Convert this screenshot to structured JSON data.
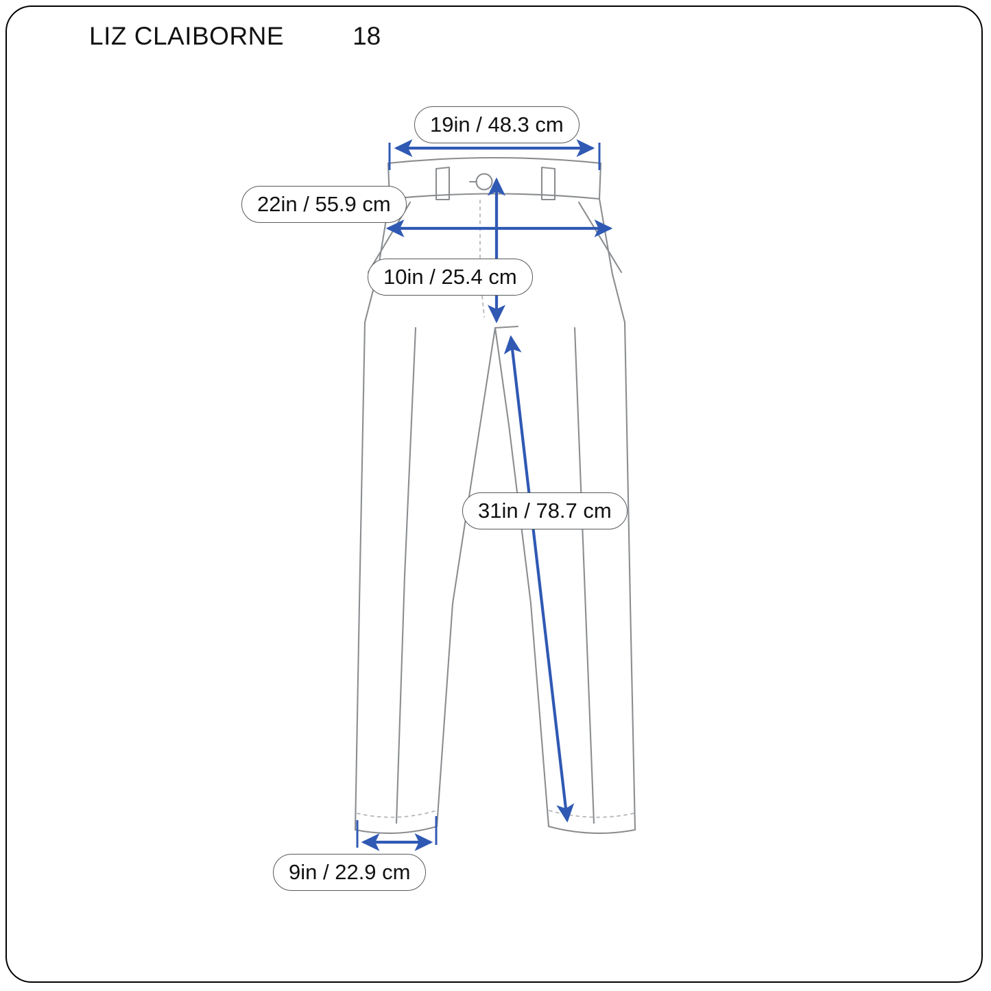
{
  "header": {
    "brand": "LIZ CLAIBORNE",
    "size": "18"
  },
  "colors": {
    "arrow_blue": "#3059B4",
    "garment_outline": "#8a8d90",
    "pill_border": "#55595c",
    "frame_border": "#000000",
    "text": "#111111"
  },
  "garment": {
    "type": "pants",
    "view": "front-flat"
  },
  "measurements": [
    {
      "id": "waist",
      "name": "waist-width",
      "label": "19in / 48.3 cm",
      "inches": 19,
      "cm": 48.3,
      "orientation": "horizontal"
    },
    {
      "id": "hip",
      "name": "hip-width",
      "label": "22in / 55.9 cm",
      "inches": 22,
      "cm": 55.9,
      "orientation": "horizontal"
    },
    {
      "id": "rise",
      "name": "front-rise",
      "label": "10in / 25.4 cm",
      "inches": 10,
      "cm": 25.4,
      "orientation": "vertical"
    },
    {
      "id": "inseam",
      "name": "inseam-length",
      "label": "31in / 78.7 cm",
      "inches": 31,
      "cm": 78.7,
      "orientation": "diagonal"
    },
    {
      "id": "hem",
      "name": "leg-opening",
      "label": "9in / 22.9 cm",
      "inches": 9,
      "cm": 22.9,
      "orientation": "horizontal"
    }
  ]
}
